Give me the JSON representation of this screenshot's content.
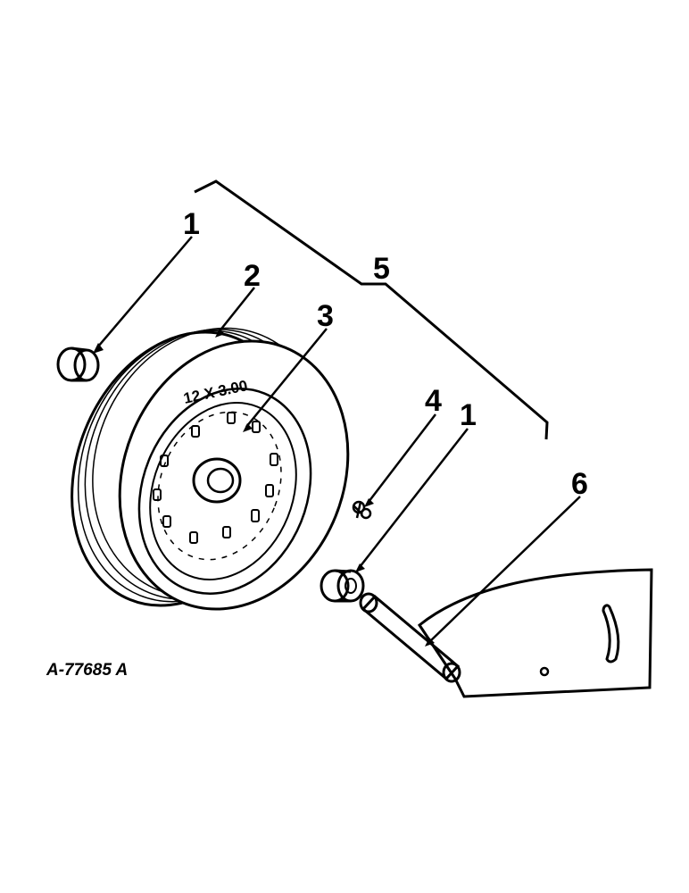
{
  "figure": {
    "code": "A-77685 A",
    "tire_size_marking": "12 X 3.00"
  },
  "callouts": [
    {
      "id": "callout-1-left",
      "label": "1"
    },
    {
      "id": "callout-2",
      "label": "2"
    },
    {
      "id": "callout-3",
      "label": "3"
    },
    {
      "id": "callout-4",
      "label": "4"
    },
    {
      "id": "callout-1-right",
      "label": "1"
    },
    {
      "id": "callout-5",
      "label": "5"
    },
    {
      "id": "callout-6",
      "label": "6"
    }
  ]
}
